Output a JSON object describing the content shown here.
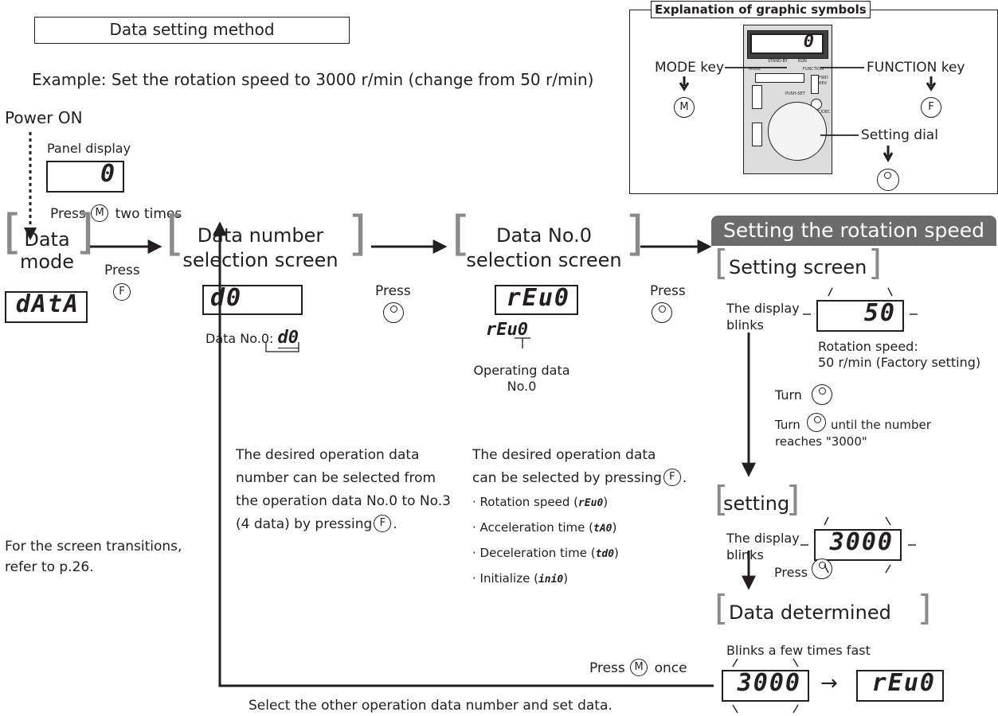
{
  "header_box": "Data setting method",
  "example": "Example: Set the rotation speed to 3000 r/min (change from 50 r/min)",
  "power_on": "Power ON",
  "panel_display": "Panel display",
  "panel_value": "0",
  "press_m_pre": "Press",
  "press_m_post": "two times",
  "m_key": "M",
  "f_key": "F",
  "data_mode": {
    "line1": "Data",
    "line2": "mode",
    "display": "dAtA"
  },
  "press": "Press",
  "data_number": {
    "line1": "Data number",
    "line2": "selection screen",
    "display": "d0",
    "caption_pre": "Data No.0:",
    "caption_code": "d0"
  },
  "data_no0": {
    "line1": "Data No.0",
    "line2": "selection screen",
    "display": "rEu0",
    "code": "rEu0",
    "caption1": "Operating data",
    "caption2": "No.0"
  },
  "rotation_banner": "Setting the rotation speed",
  "setting_screen": {
    "title": "Setting screen",
    "blink1": "The display",
    "blink2": "blinks",
    "display": "50",
    "rot1": "Rotation speed:",
    "rot2": "50 r/min (Factory setting)"
  },
  "turn": "Turn",
  "turn_until_pre": "Turn",
  "turn_until_post": "until the number",
  "reaches": "reaches \"3000\"",
  "setting": {
    "title": "setting",
    "blink1": "The display",
    "blink2": "blinks",
    "display": "3000"
  },
  "press_dial": "Press",
  "data_determined": {
    "title": "Data determined",
    "blinks_fast": "Blinks a few times fast",
    "display1": "3000",
    "arrow": "→",
    "display2": "rEu0"
  },
  "press_m_once_pre": "Press",
  "press_m_once_post": "once",
  "bottom_note": "Select the other operation data number and set data.",
  "left_note": {
    "line1": "For the screen transitions,",
    "line2": "refer to p.26."
  },
  "desc1": {
    "line1": "The desired operation data",
    "line2": "number can be selected from",
    "line3": "the operation data No.0 to No.3",
    "line4_pre": "(4 data) by pressing",
    "line4_post": "."
  },
  "desc2": {
    "line1": "The desired operation data",
    "line2_pre": "can be selected by pressing",
    "line2_post": ".",
    "items": [
      {
        "pre": "· Rotation speed (",
        "code": "rEu0",
        "post": ")"
      },
      {
        "pre": "· Acceleration time (",
        "code": "tA0",
        "post": ")"
      },
      {
        "pre": "· Deceleration time (",
        "code": "td0",
        "post": ")"
      },
      {
        "pre": "· Initialize (",
        "code": "ini0",
        "post": ")"
      }
    ]
  },
  "legend": {
    "title": "Explanation of graphic symbols",
    "mode_key": "MODE key",
    "function_key": "FUNCTION key",
    "setting_dial": "Setting dial",
    "panel_value": "0",
    "stand_on": "STAND-BY",
    "run": "RUN",
    "mode_lbl": "MODE",
    "function_lbl": "FUNCTION",
    "push_set": "PUSH-SET",
    "fwd": "FWD",
    "rev": "REV",
    "accdec": "ACC/DEC"
  }
}
